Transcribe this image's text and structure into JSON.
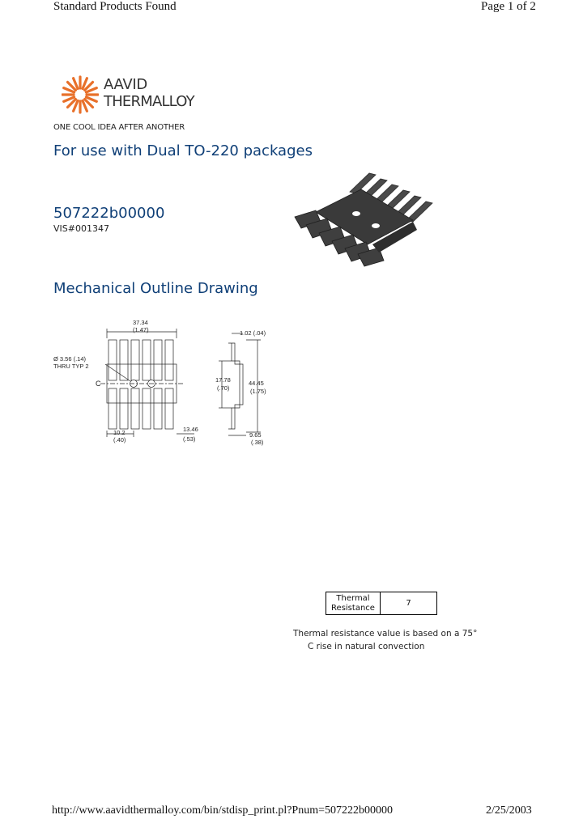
{
  "browser_header": {
    "left": "Standard Products Found",
    "right": "Page 1 of 2"
  },
  "logo": {
    "line1": "AAVID",
    "line2": "THERMALLOY",
    "tagline": "ONE COOL IDEA AFTER ANOTHER",
    "accent_color": "#e8702a"
  },
  "product": {
    "heading": "For use with Dual TO-220 packages",
    "part_number": "507222b00000",
    "vis_number": "VIS#001347"
  },
  "drawing": {
    "heading": "Mechanical Outline Drawing",
    "front": {
      "width_mm": "37.34",
      "width_in": "(1.47)",
      "hole_callout_1": "Ø 3.56 (.14)",
      "hole_callout_2": "THRU TYP 2",
      "centerline": "C",
      "pitch_mm": "10.2",
      "pitch_in": "(.40)",
      "offset_mm": "13.46",
      "offset_in": "(.53)"
    },
    "side": {
      "thickness": "1.02 (.04)",
      "base_mm": "17.78",
      "base_in": "(.70)",
      "height_mm": "44.45",
      "height_in": "(1.75)",
      "depth_mm": "9.65",
      "depth_in": "(.38)"
    }
  },
  "thermal": {
    "label_line1": "Thermal",
    "label_line2": "Resistance",
    "value": "7",
    "note_line1": "Thermal resistance value is based on a 75°",
    "note_line2": "C rise in natural convection"
  },
  "browser_footer": {
    "url": "http://www.aavidthermalloy.com/bin/stdisp_print.pl?Pnum=507222b00000",
    "date": "2/25/2003"
  }
}
